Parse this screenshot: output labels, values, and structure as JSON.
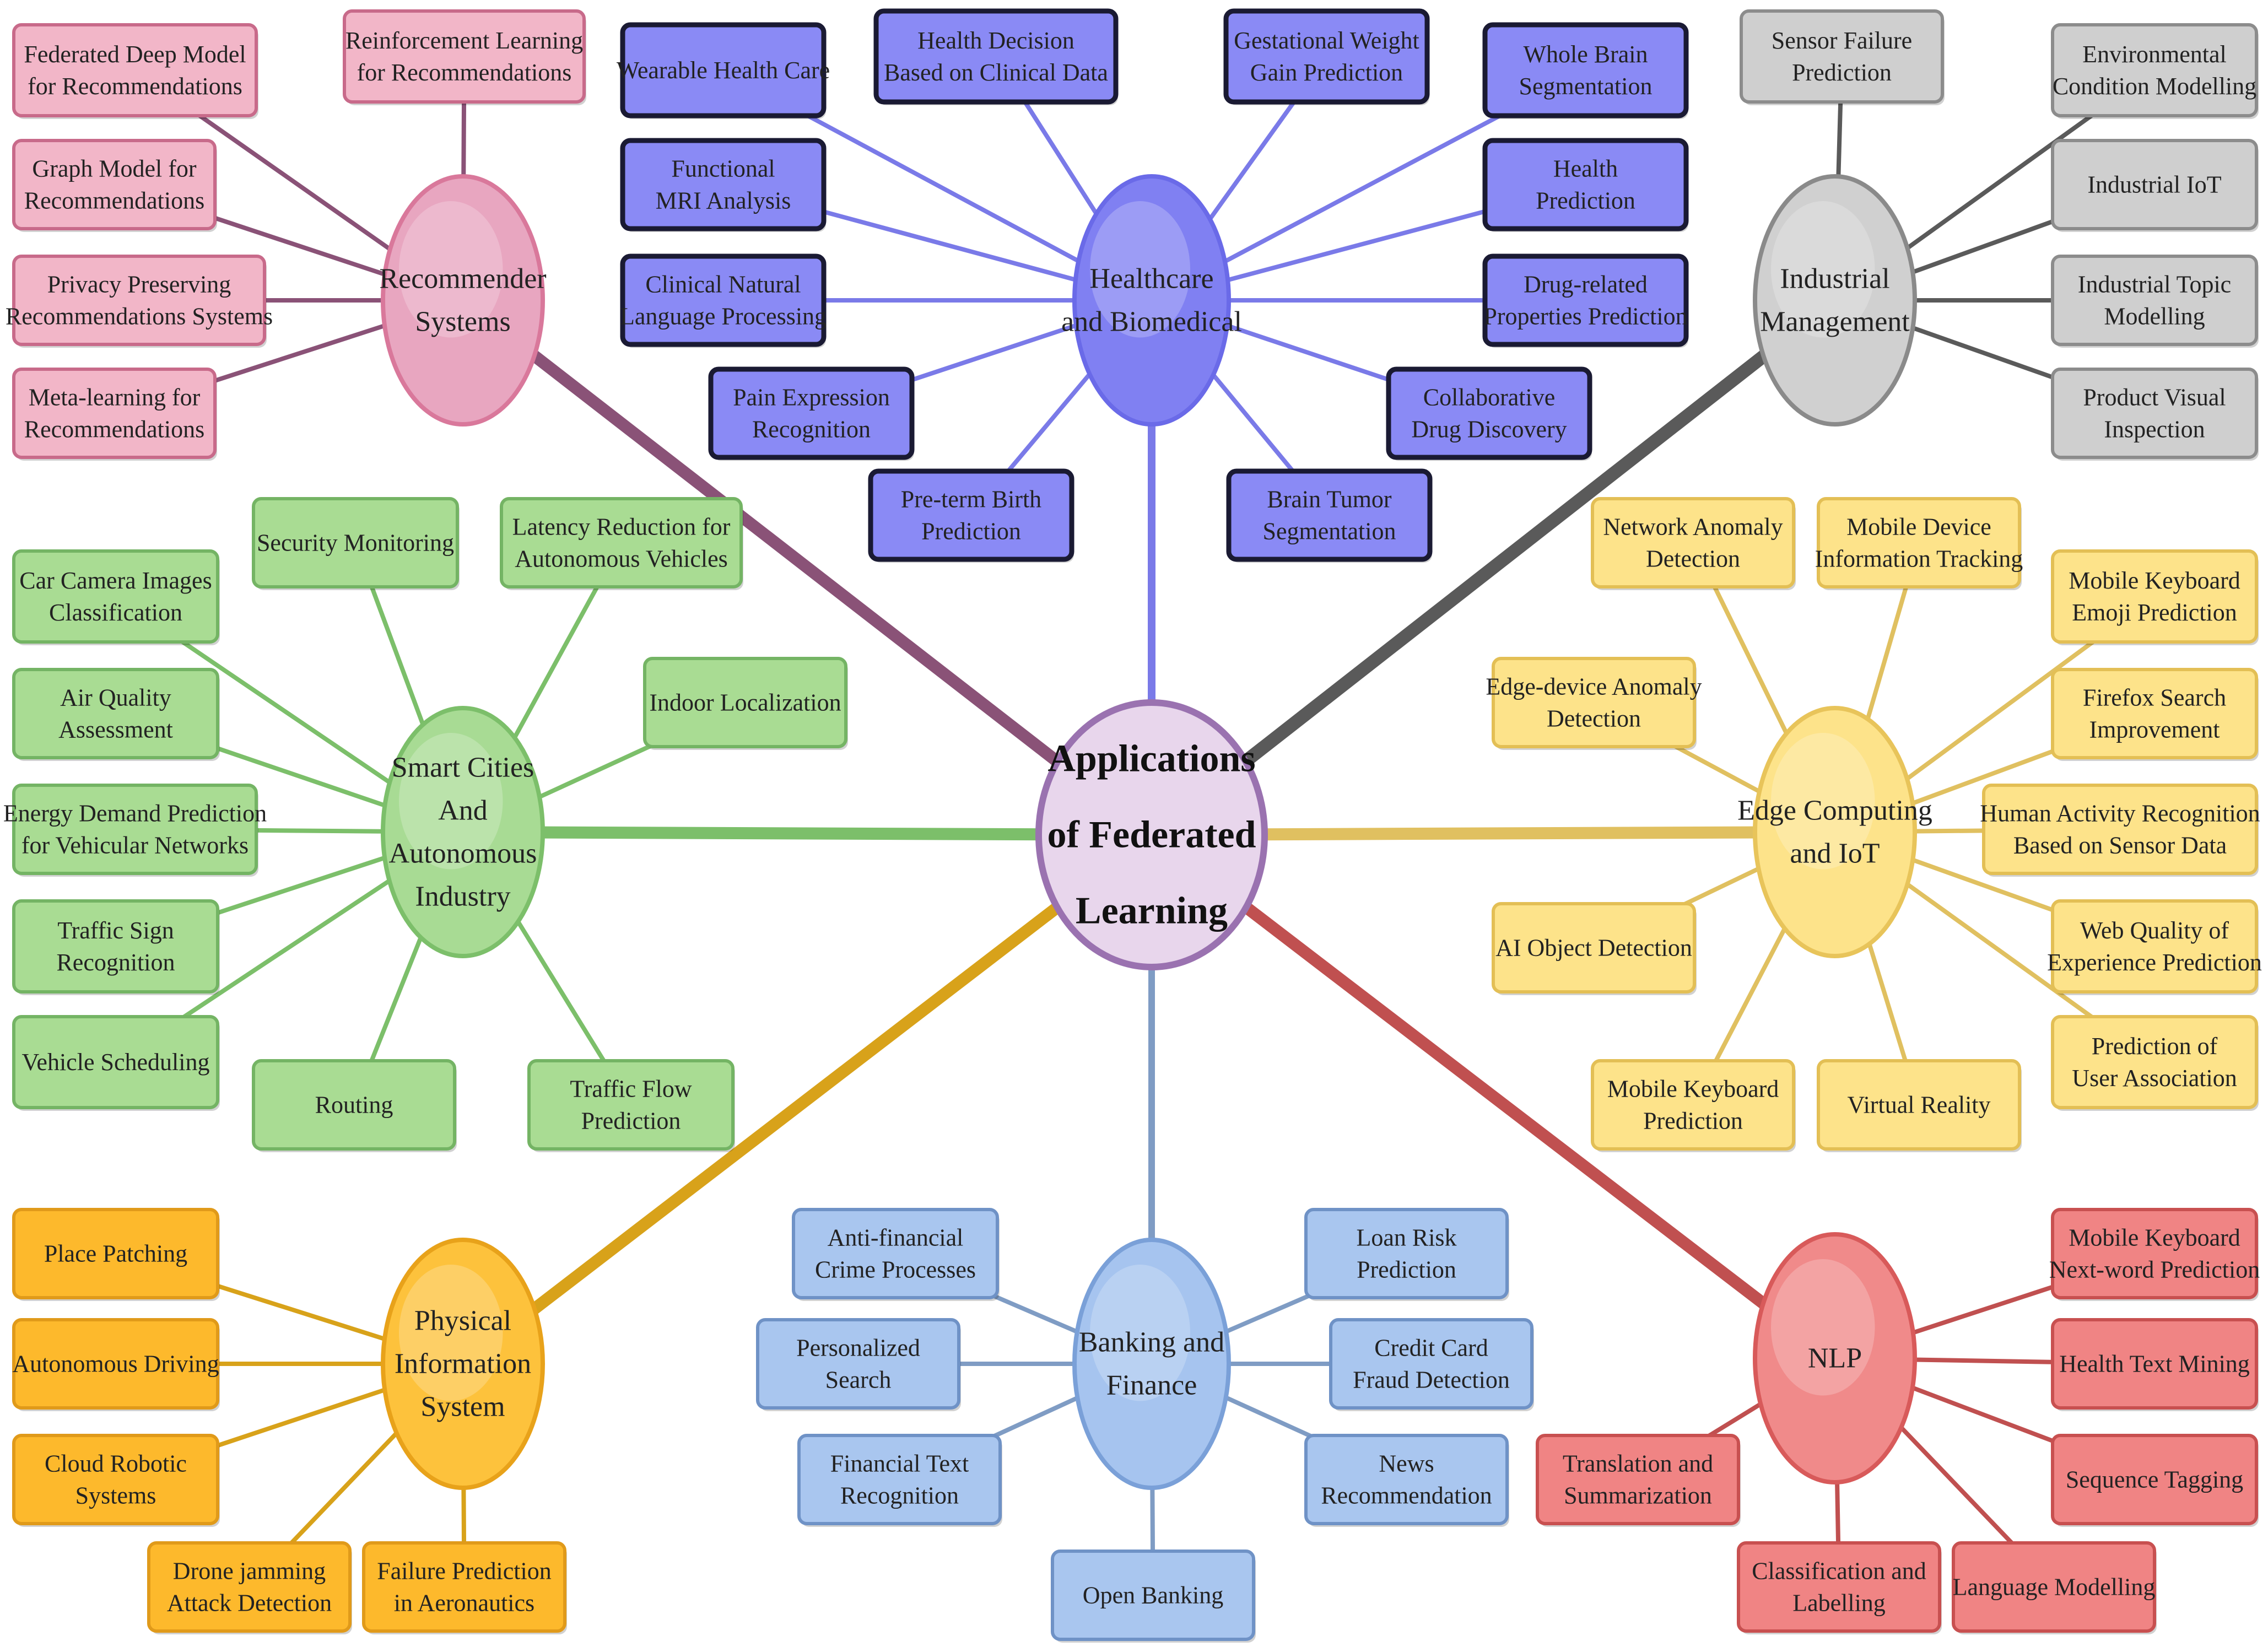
{
  "center": {
    "lines": [
      "Applications",
      "of Federated",
      "Learning"
    ]
  },
  "categories": [
    {
      "id": "recommender",
      "lines": [
        "Recommender",
        "Systems"
      ],
      "color": "#d9789b",
      "fill": "#e8a6c0",
      "leaf_fill": "#f2b6c8",
      "leaf_stroke": "#c86a8a",
      "link_color": "#8a5277",
      "leaves": [
        {
          "lines": [
            "Federated Deep Model",
            "for Recommendations"
          ]
        },
        {
          "lines": [
            "Reinforcement Learning",
            "for Recommendations"
          ]
        },
        {
          "lines": [
            "Graph Model for",
            "Recommendations"
          ]
        },
        {
          "lines": [
            "Privacy Preserving",
            "Recommendations Systems"
          ]
        },
        {
          "lines": [
            "Meta-learning for",
            "Recommendations"
          ]
        }
      ]
    },
    {
      "id": "healthcare",
      "lines": [
        "Healthcare",
        "and Biomedical"
      ],
      "color": "#6a6ae8",
      "fill": "#8080f2",
      "leaf_fill": "#8a8af5",
      "leaf_stroke": "#1a1a33",
      "link_color": "#7a7ae8",
      "leaves": [
        {
          "lines": [
            "Wearable Health Care"
          ]
        },
        {
          "lines": [
            "Health Decision",
            "Based on Clinical Data"
          ]
        },
        {
          "lines": [
            "Gestational Weight",
            "Gain Prediction"
          ]
        },
        {
          "lines": [
            "Whole Brain",
            "Segmentation"
          ]
        },
        {
          "lines": [
            "Functional",
            "MRI Analysis"
          ]
        },
        {
          "lines": [
            "Health",
            "Prediction"
          ]
        },
        {
          "lines": [
            "Clinical Natural",
            "Language Processing"
          ]
        },
        {
          "lines": [
            "Drug-related",
            "Properties Prediction"
          ]
        },
        {
          "lines": [
            "Pain Expression",
            "Recognition"
          ]
        },
        {
          "lines": [
            "Collaborative",
            "Drug Discovery"
          ]
        },
        {
          "lines": [
            "Pre-term Birth",
            "Prediction"
          ]
        },
        {
          "lines": [
            "Brain Tumor",
            "Segmentation"
          ]
        }
      ]
    },
    {
      "id": "industrial",
      "lines": [
        "Industrial",
        "Management"
      ],
      "color": "#8a8a8a",
      "fill": "#d0d0d0",
      "leaf_fill": "#cfcfcf",
      "leaf_stroke": "#8c8c8c",
      "link_color": "#5a5a5a",
      "leaves": [
        {
          "lines": [
            "Sensor Failure",
            "Prediction"
          ]
        },
        {
          "lines": [
            "Environmental",
            "Condition Modelling"
          ]
        },
        {
          "lines": [
            "Industrial IoT"
          ]
        },
        {
          "lines": [
            "Industrial Topic",
            "Modelling"
          ]
        },
        {
          "lines": [
            "Product Visual",
            "Inspection"
          ]
        }
      ]
    },
    {
      "id": "smartcities",
      "lines": [
        "Smart Cities",
        "And",
        "Autonomous",
        "Industry"
      ],
      "color": "#7cbf6a",
      "fill": "#a8db94",
      "leaf_fill": "#a9dc93",
      "leaf_stroke": "#74b464",
      "link_color": "#7cbf6a",
      "leaves": [
        {
          "lines": [
            "Security Monitoring"
          ]
        },
        {
          "lines": [
            "Latency Reduction for",
            "Autonomous Vehicles"
          ]
        },
        {
          "lines": [
            "Car Camera Images",
            "Classification"
          ]
        },
        {
          "lines": [
            "Indoor Localization"
          ]
        },
        {
          "lines": [
            "Air Quality",
            "Assessment"
          ]
        },
        {
          "lines": [
            "Energy Demand Prediction",
            "for Vehicular Networks"
          ]
        },
        {
          "lines": [
            "Traffic Sign",
            "Recognition"
          ]
        },
        {
          "lines": [
            "Vehicle Scheduling"
          ]
        },
        {
          "lines": [
            "Routing"
          ]
        },
        {
          "lines": [
            "Traffic Flow",
            "Prediction"
          ]
        }
      ]
    },
    {
      "id": "edge",
      "lines": [
        "Edge Computing",
        "and IoT"
      ],
      "color": "#e8c45a",
      "fill": "#fde38a",
      "leaf_fill": "#fde38a",
      "leaf_stroke": "#e3bf55",
      "link_color": "#e0c060",
      "leaves": [
        {
          "lines": [
            "Network Anomaly",
            "Detection"
          ]
        },
        {
          "lines": [
            "Mobile Device",
            "Information Tracking"
          ]
        },
        {
          "lines": [
            "Mobile Keyboard",
            "Emoji Prediction"
          ]
        },
        {
          "lines": [
            "Edge-device Anomaly",
            "Detection"
          ]
        },
        {
          "lines": [
            "Firefox Search",
            "Improvement"
          ]
        },
        {
          "lines": [
            "Human Activity Recognition",
            "Based on Sensor Data"
          ]
        },
        {
          "lines": [
            "AI Object Detection"
          ]
        },
        {
          "lines": [
            "Web Quality of",
            "Experience Prediction"
          ]
        },
        {
          "lines": [
            "Mobile Keyboard",
            "Prediction"
          ]
        },
        {
          "lines": [
            "Virtual Reality"
          ]
        },
        {
          "lines": [
            "Prediction of",
            "User Association"
          ]
        }
      ]
    },
    {
      "id": "physical",
      "lines": [
        "Physical",
        "Information",
        "System"
      ],
      "color": "#e8a21a",
      "fill": "#fdc23c",
      "leaf_fill": "#fdb92c",
      "leaf_stroke": "#e09a1a",
      "link_color": "#d8a21a",
      "leaves": [
        {
          "lines": [
            "Place Patching"
          ]
        },
        {
          "lines": [
            "Autonomous Driving"
          ]
        },
        {
          "lines": [
            "Cloud Robotic",
            "Systems"
          ]
        },
        {
          "lines": [
            "Drone jamming",
            "Attack Detection"
          ]
        },
        {
          "lines": [
            "Failure Prediction",
            "in Aeronautics"
          ]
        }
      ]
    },
    {
      "id": "banking",
      "lines": [
        "Banking and",
        "Finance"
      ],
      "color": "#7aa0d8",
      "fill": "#a6c4ef",
      "leaf_fill": "#a9c6ef",
      "leaf_stroke": "#6f92c6",
      "link_color": "#7f9cc4",
      "leaves": [
        {
          "lines": [
            "Anti-financial",
            "Crime Processes"
          ]
        },
        {
          "lines": [
            "Loan Risk",
            "Prediction"
          ]
        },
        {
          "lines": [
            "Personalized",
            "Search"
          ]
        },
        {
          "lines": [
            "Credit Card",
            "Fraud Detection"
          ]
        },
        {
          "lines": [
            "Financial Text",
            "Recognition"
          ]
        },
        {
          "lines": [
            "News",
            "Recommendation"
          ]
        },
        {
          "lines": [
            "Open Banking"
          ]
        }
      ]
    },
    {
      "id": "nlp",
      "lines": [
        "NLP"
      ],
      "color": "#d85a5a",
      "fill": "#f08a8a",
      "leaf_fill": "#f08484",
      "leaf_stroke": "#c85050",
      "link_color": "#c05050",
      "leaves": [
        {
          "lines": [
            "Mobile Keyboard",
            "Next-word Prediction"
          ]
        },
        {
          "lines": [
            "Health Text Mining"
          ]
        },
        {
          "lines": [
            "Translation and",
            "Summarization"
          ]
        },
        {
          "lines": [
            "Sequence Tagging"
          ]
        },
        {
          "lines": [
            "Classification and",
            "Labelling"
          ]
        },
        {
          "lines": [
            "Language Modelling"
          ]
        }
      ]
    }
  ]
}
